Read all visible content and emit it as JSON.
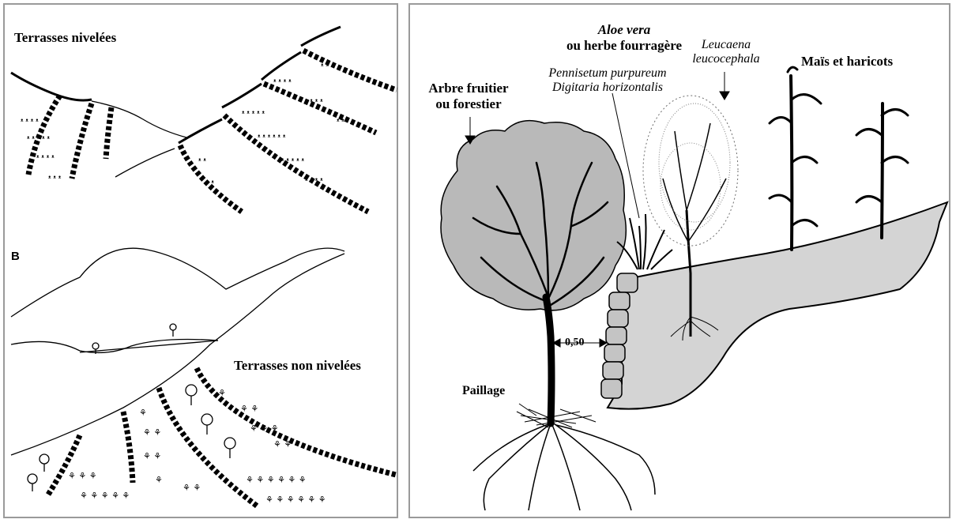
{
  "panel_a": {
    "title": "Terrasses nivelées"
  },
  "panel_b": {
    "letter": "B",
    "title": "Terrasses non nivelées"
  },
  "panel_right": {
    "tree_label_1": "Arbre fruitier",
    "tree_label_2": "ou forestier",
    "aloe_label_1": "Aloe vera",
    "aloe_label_2": "ou herbe fourragère",
    "grass_label_1": "Pennisetum purpureum",
    "grass_label_2": "Digitaria horizontalis",
    "leucaena_label_1": "Leucaena",
    "leucaena_label_2": "leucocephala",
    "maize_label": "Maïs et haricots",
    "spacing_label": "0,50",
    "mulch_label": "Paillage"
  },
  "colors": {
    "border": "#9a9a9a",
    "soil": "#d4d4d4",
    "canopy": "#b9b9b9",
    "ink": "#000000"
  }
}
